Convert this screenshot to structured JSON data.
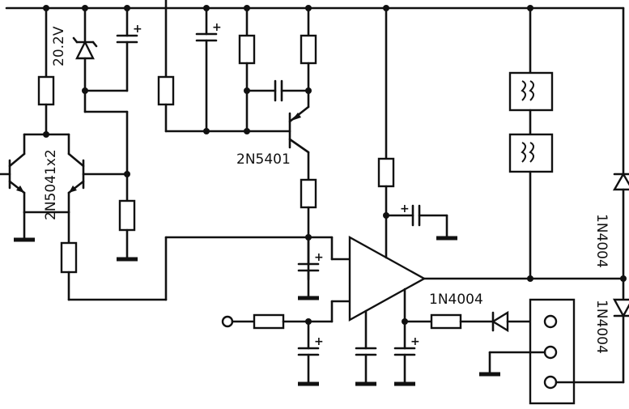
{
  "labels": {
    "zener": "20.2V",
    "pair": "2N5041x2",
    "pnp": "2N5401",
    "diode_a": "1N4004",
    "diode_b": "1N4004",
    "diode_c": "1N4004"
  },
  "plus_mark": "+"
}
